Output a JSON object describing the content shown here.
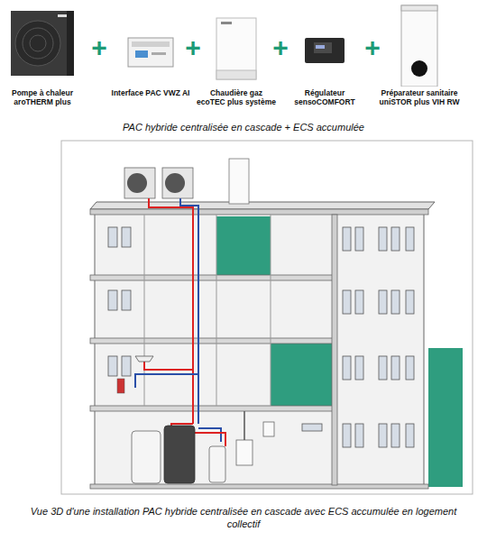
{
  "diagram": {
    "title": "PAC hybride centralisée en cascade + ECS accumulée",
    "caption": "Vue 3D d'une installation PAC hybride centralisée en cascade avec ECS accumulée en logement collectif",
    "nodes": [
      {
        "text": [
          "Pompe à chaleur aroTHERM plus"
        ]
      },
      {
        "text": [
          "Interface PAC VWZ AI"
        ]
      },
      {
        "text": [
          "Chaudière gaz ecoTEC plus système"
        ]
      },
      {
        "text": [
          "Régulateur sensoCOMFORT"
        ]
      },
      {
        "text": [
          "Préparateur sanitaire uniSTOR plus VIH RW"
        ]
      }
    ],
    "labels": [
      "+",
      "+",
      "+",
      "+"
    ]
  }
}
